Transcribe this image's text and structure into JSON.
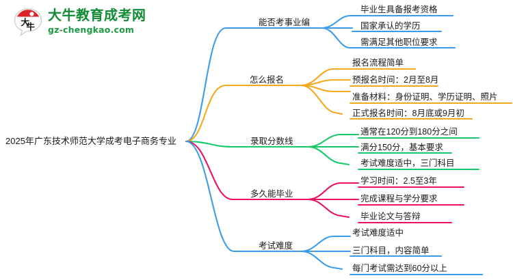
{
  "header": {
    "logo_icon": "speech-bubble-logo-icon",
    "brand_name": "大牛教育成考网",
    "brand_url": "gz-chengkao.com",
    "brand_color": "#138a35"
  },
  "mindmap": {
    "root": {
      "label": "2025年广东技术师范大学成考电子商务专业"
    },
    "colors": {
      "blue": "#3d9bec",
      "orange": "#f4a81d",
      "green": "#15c96a",
      "pink": "#ea1165"
    },
    "branches": [
      {
        "label": "能否考事业编",
        "color": "#3d9bec",
        "children": [
          {
            "label": "毕业生具备报考资格"
          },
          {
            "label": "国家承认的学历"
          },
          {
            "label": "需满足其他职位要求"
          }
        ]
      },
      {
        "label": "怎么报名",
        "color": "#f4a81d",
        "children": [
          {
            "label": "报名流程简单"
          },
          {
            "label": "预报名时间：2月至8月"
          },
          {
            "label": "准备材料：身份证明、学历证明、照片"
          },
          {
            "label": "正式报名时间：8月底或9月初"
          }
        ]
      },
      {
        "label": "录取分数线",
        "color": "#15c96a",
        "children": [
          {
            "label": "通常在120分到180分之间"
          },
          {
            "label": "满分150分，基本要求"
          },
          {
            "label": "考试难度适中，三门科目"
          }
        ]
      },
      {
        "label": "多久能毕业",
        "color": "#ea1165",
        "children": [
          {
            "label": "学习时间：2.5至3年"
          },
          {
            "label": "完成课程与学分要求"
          },
          {
            "label": "毕业论文与答辩"
          }
        ]
      },
      {
        "label": "考试难度",
        "color": "#3d9bec",
        "children": [
          {
            "label": "考试难度适中"
          },
          {
            "label": "三门科目，内容简单"
          },
          {
            "label": "每门考试需达到60分以上"
          }
        ]
      }
    ]
  }
}
